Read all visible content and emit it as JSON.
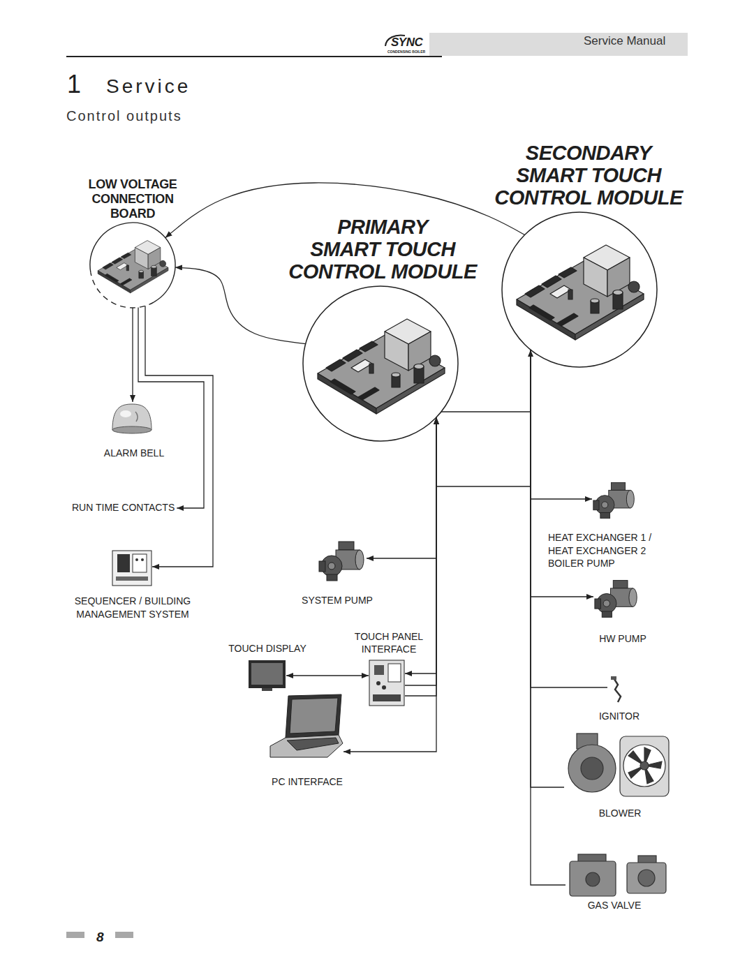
{
  "diagram": {
    "title": "Service",
    "nodes": [
      {
        "text": [
          "LOW VOLTAGE CONNECTION BOARD"
        ]
      },
      {
        "text": [
          "PRIMARY SMART TOUCH CONTROL MODULE"
        ]
      },
      {
        "text": [
          "SECONDARY SMART TOUCH CONTROL MODULE"
        ]
      },
      {
        "text": [
          "ALARM BELL"
        ]
      },
      {
        "text": [
          "RUN TIME CONTACTS"
        ]
      },
      {
        "text": [
          "SEQUENCER / BUILDING MANAGEMENT SYSTEM"
        ]
      },
      {
        "text": [
          "SYSTEM PUMP"
        ]
      },
      {
        "text": [
          "TOUCH DISPLAY"
        ]
      },
      {
        "text": [
          "TOUCH PANEL INTERFACE"
        ]
      },
      {
        "text": [
          "PC INTERFACE"
        ]
      },
      {
        "text": [
          "HEAT EXCHANGER 1 / HEAT EXCHANGER 2 BOILER PUMP"
        ]
      },
      {
        "text": [
          "HW PUMP"
        ]
      },
      {
        "text": [
          "IGNITOR"
        ]
      },
      {
        "text": [
          "BLOWER"
        ]
      },
      {
        "text": [
          "GAS VALVE"
        ]
      }
    ],
    "edges": [
      {
        "from": 2,
        "to": 0,
        "arrow": "to"
      },
      {
        "from": 1,
        "to": 0,
        "arrow": "to"
      },
      {
        "from": 0,
        "to": 3,
        "arrow": "to"
      },
      {
        "from": 0,
        "to": 4,
        "arrow": "to"
      },
      {
        "from": 0,
        "to": 5,
        "arrow": "to"
      },
      {
        "from": 1,
        "to": 2,
        "arrow": "to"
      },
      {
        "from": 2,
        "to": 1,
        "arrow": "to"
      },
      {
        "from": 1,
        "to": 6,
        "arrow": "to"
      },
      {
        "from": 1,
        "to": 8,
        "arrow": "to"
      },
      {
        "from": 8,
        "to": 1,
        "arrow": "to"
      },
      {
        "from": 8,
        "to": 1,
        "arrow": "to"
      },
      {
        "from": 7,
        "to": 8,
        "arrow": "both"
      },
      {
        "from": 1,
        "to": 9,
        "arrow": "to"
      },
      {
        "from": 2,
        "to": 10,
        "arrow": "to"
      },
      {
        "from": 2,
        "to": 11,
        "arrow": "to"
      },
      {
        "from": 2,
        "to": 12,
        "arrow": "none"
      },
      {
        "from": 2,
        "to": 13,
        "arrow": "none"
      },
      {
        "from": 2,
        "to": 14,
        "arrow": "none"
      }
    ],
    "labels": [
      "SYNC",
      "CONDENSING BOILER",
      "Service Manual",
      "1",
      "Control outputs",
      "8"
    ]
  }
}
